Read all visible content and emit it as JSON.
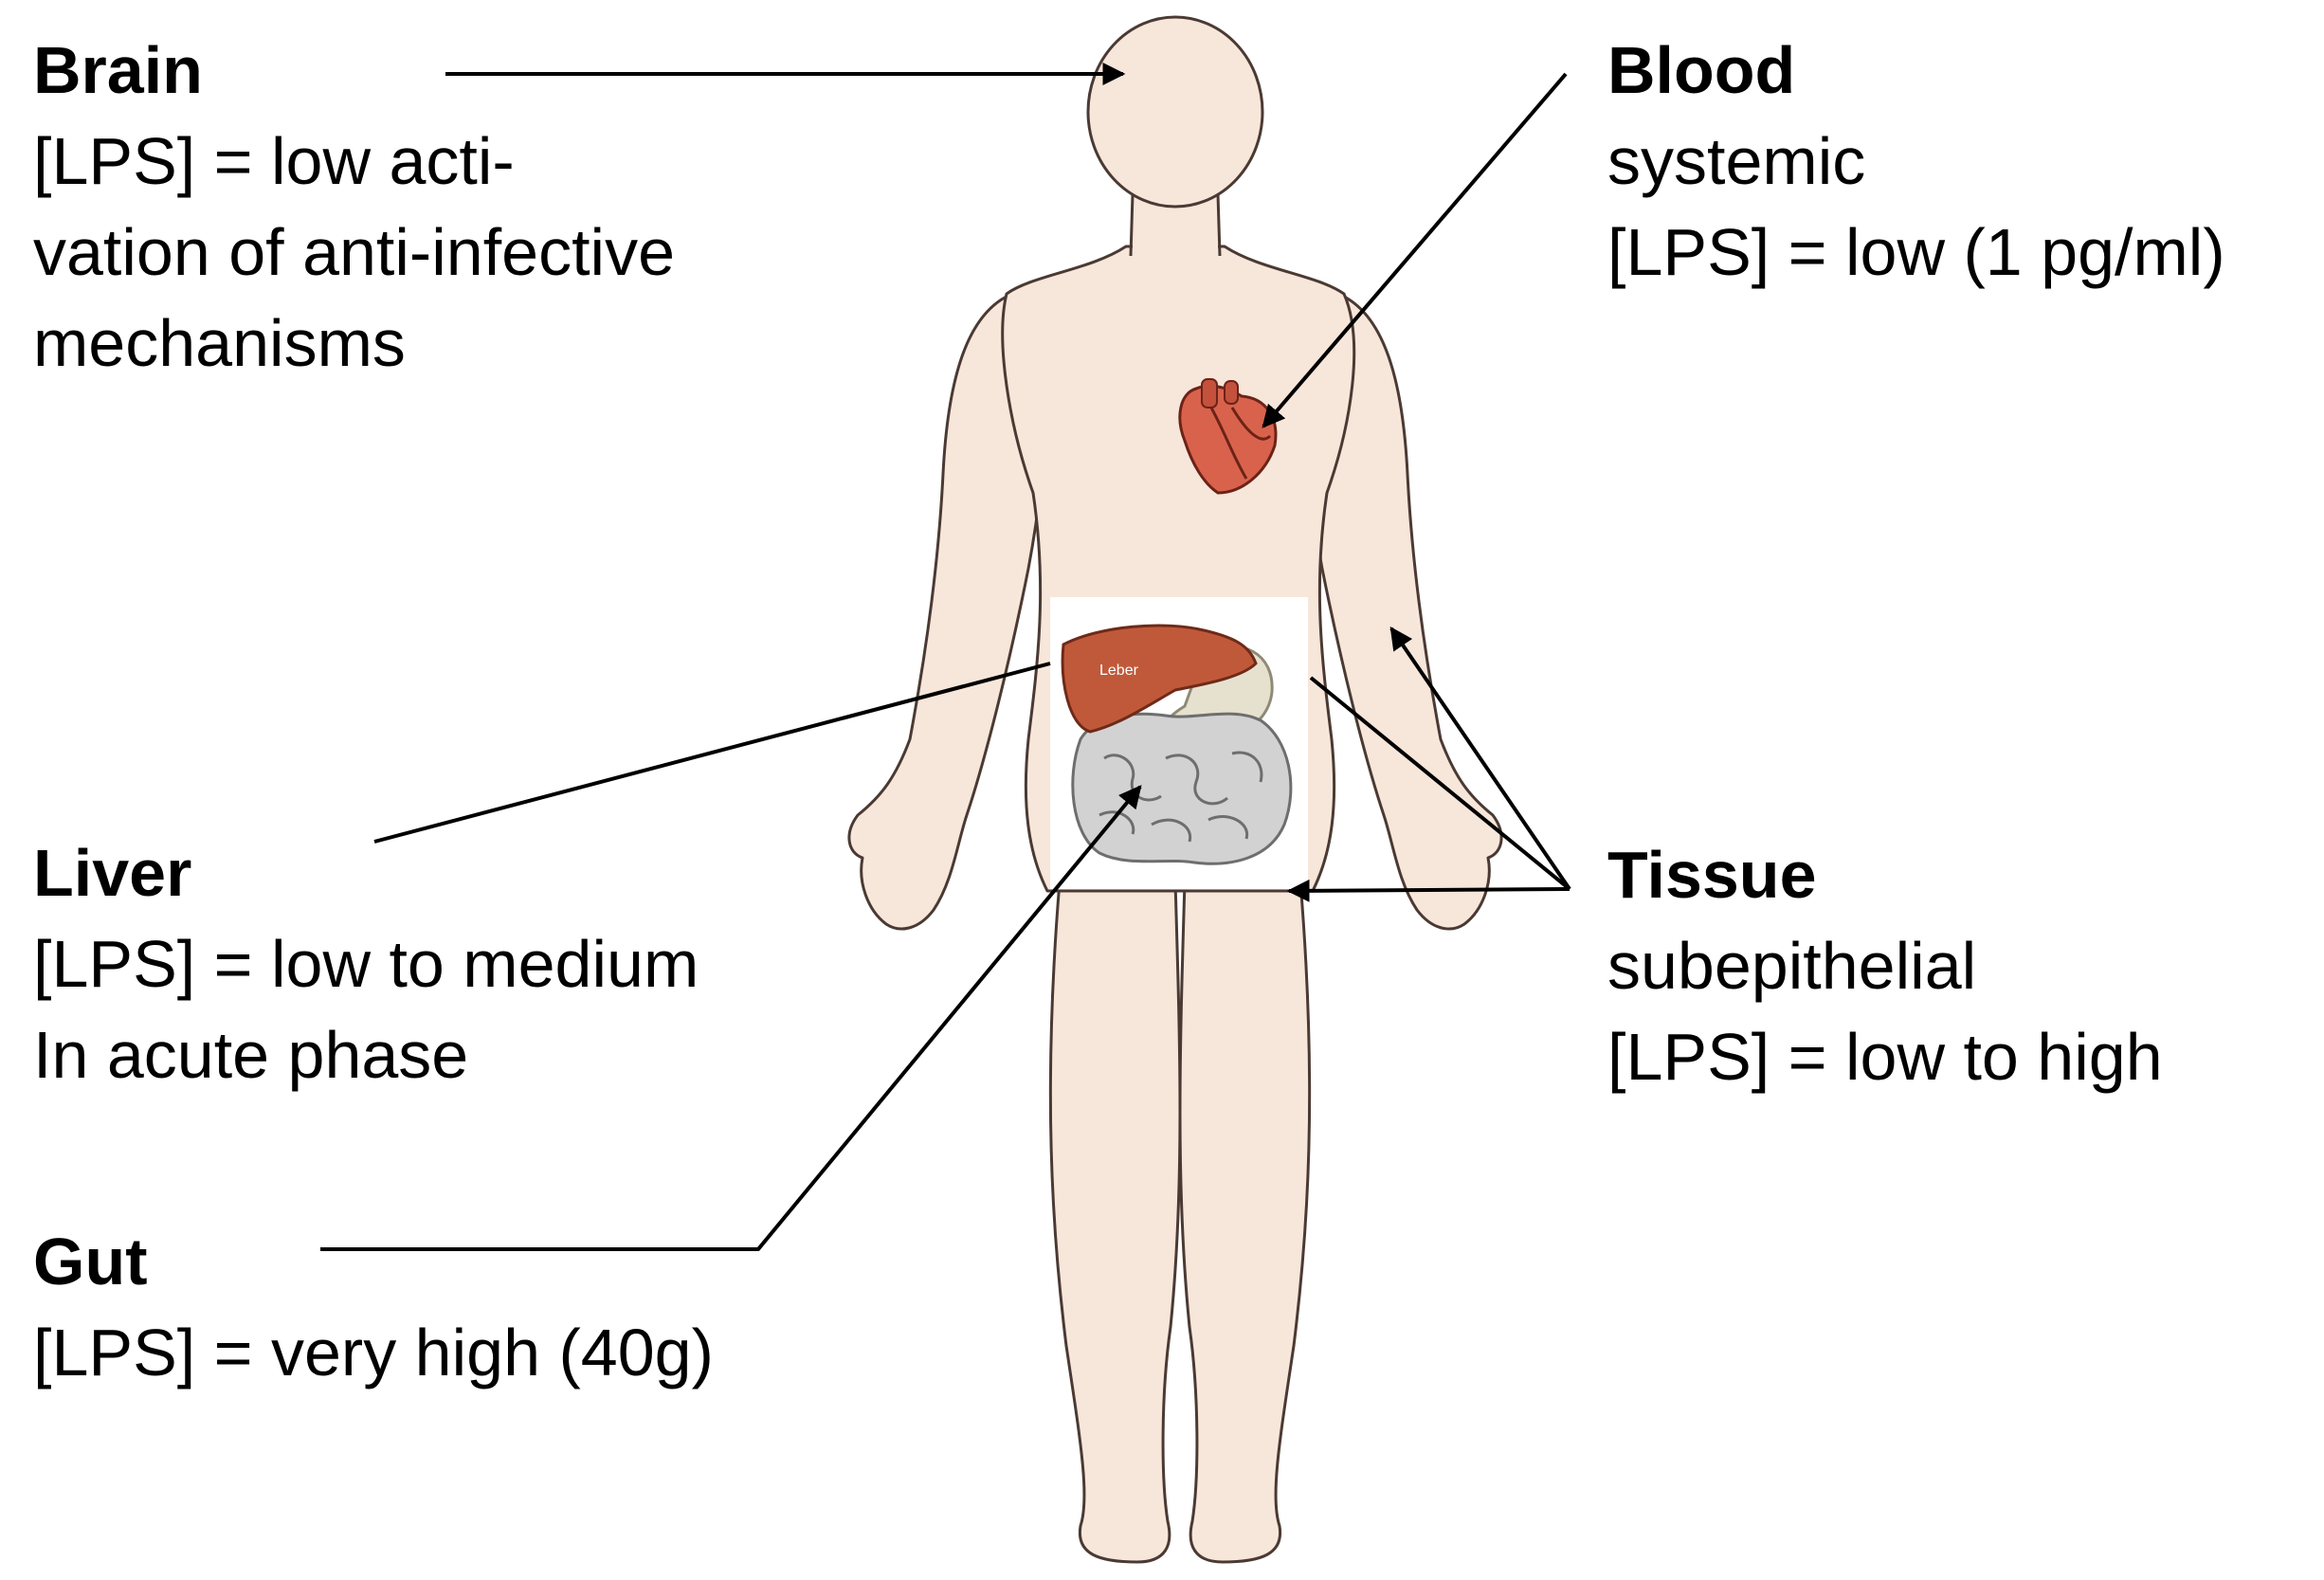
{
  "colors": {
    "skin": "#f7e6da",
    "outline": "#4a3a33",
    "liver": "#c0593a",
    "heart": "#d9624c",
    "gut": "#c9c9c9",
    "arrow": "#000000"
  },
  "brain": {
    "title": "Brain",
    "lines": [
      "[LPS] = low acti-",
      "vation of anti-infective",
      "mechanisms"
    ]
  },
  "blood": {
    "title": "Blood",
    "lines": [
      "systemic",
      "[LPS] = low (1 pg/ml)"
    ]
  },
  "liver": {
    "title": "Liver",
    "lines": [
      "[LPS] = low to medium",
      "In acute phase"
    ],
    "organ_label": "Leber"
  },
  "tissue": {
    "title": "Tissue",
    "lines": [
      "subepithelial",
      "[LPS] = low to high"
    ]
  },
  "gut": {
    "title": "Gut",
    "lines": [
      "[LPS] = very high (40g)"
    ]
  }
}
